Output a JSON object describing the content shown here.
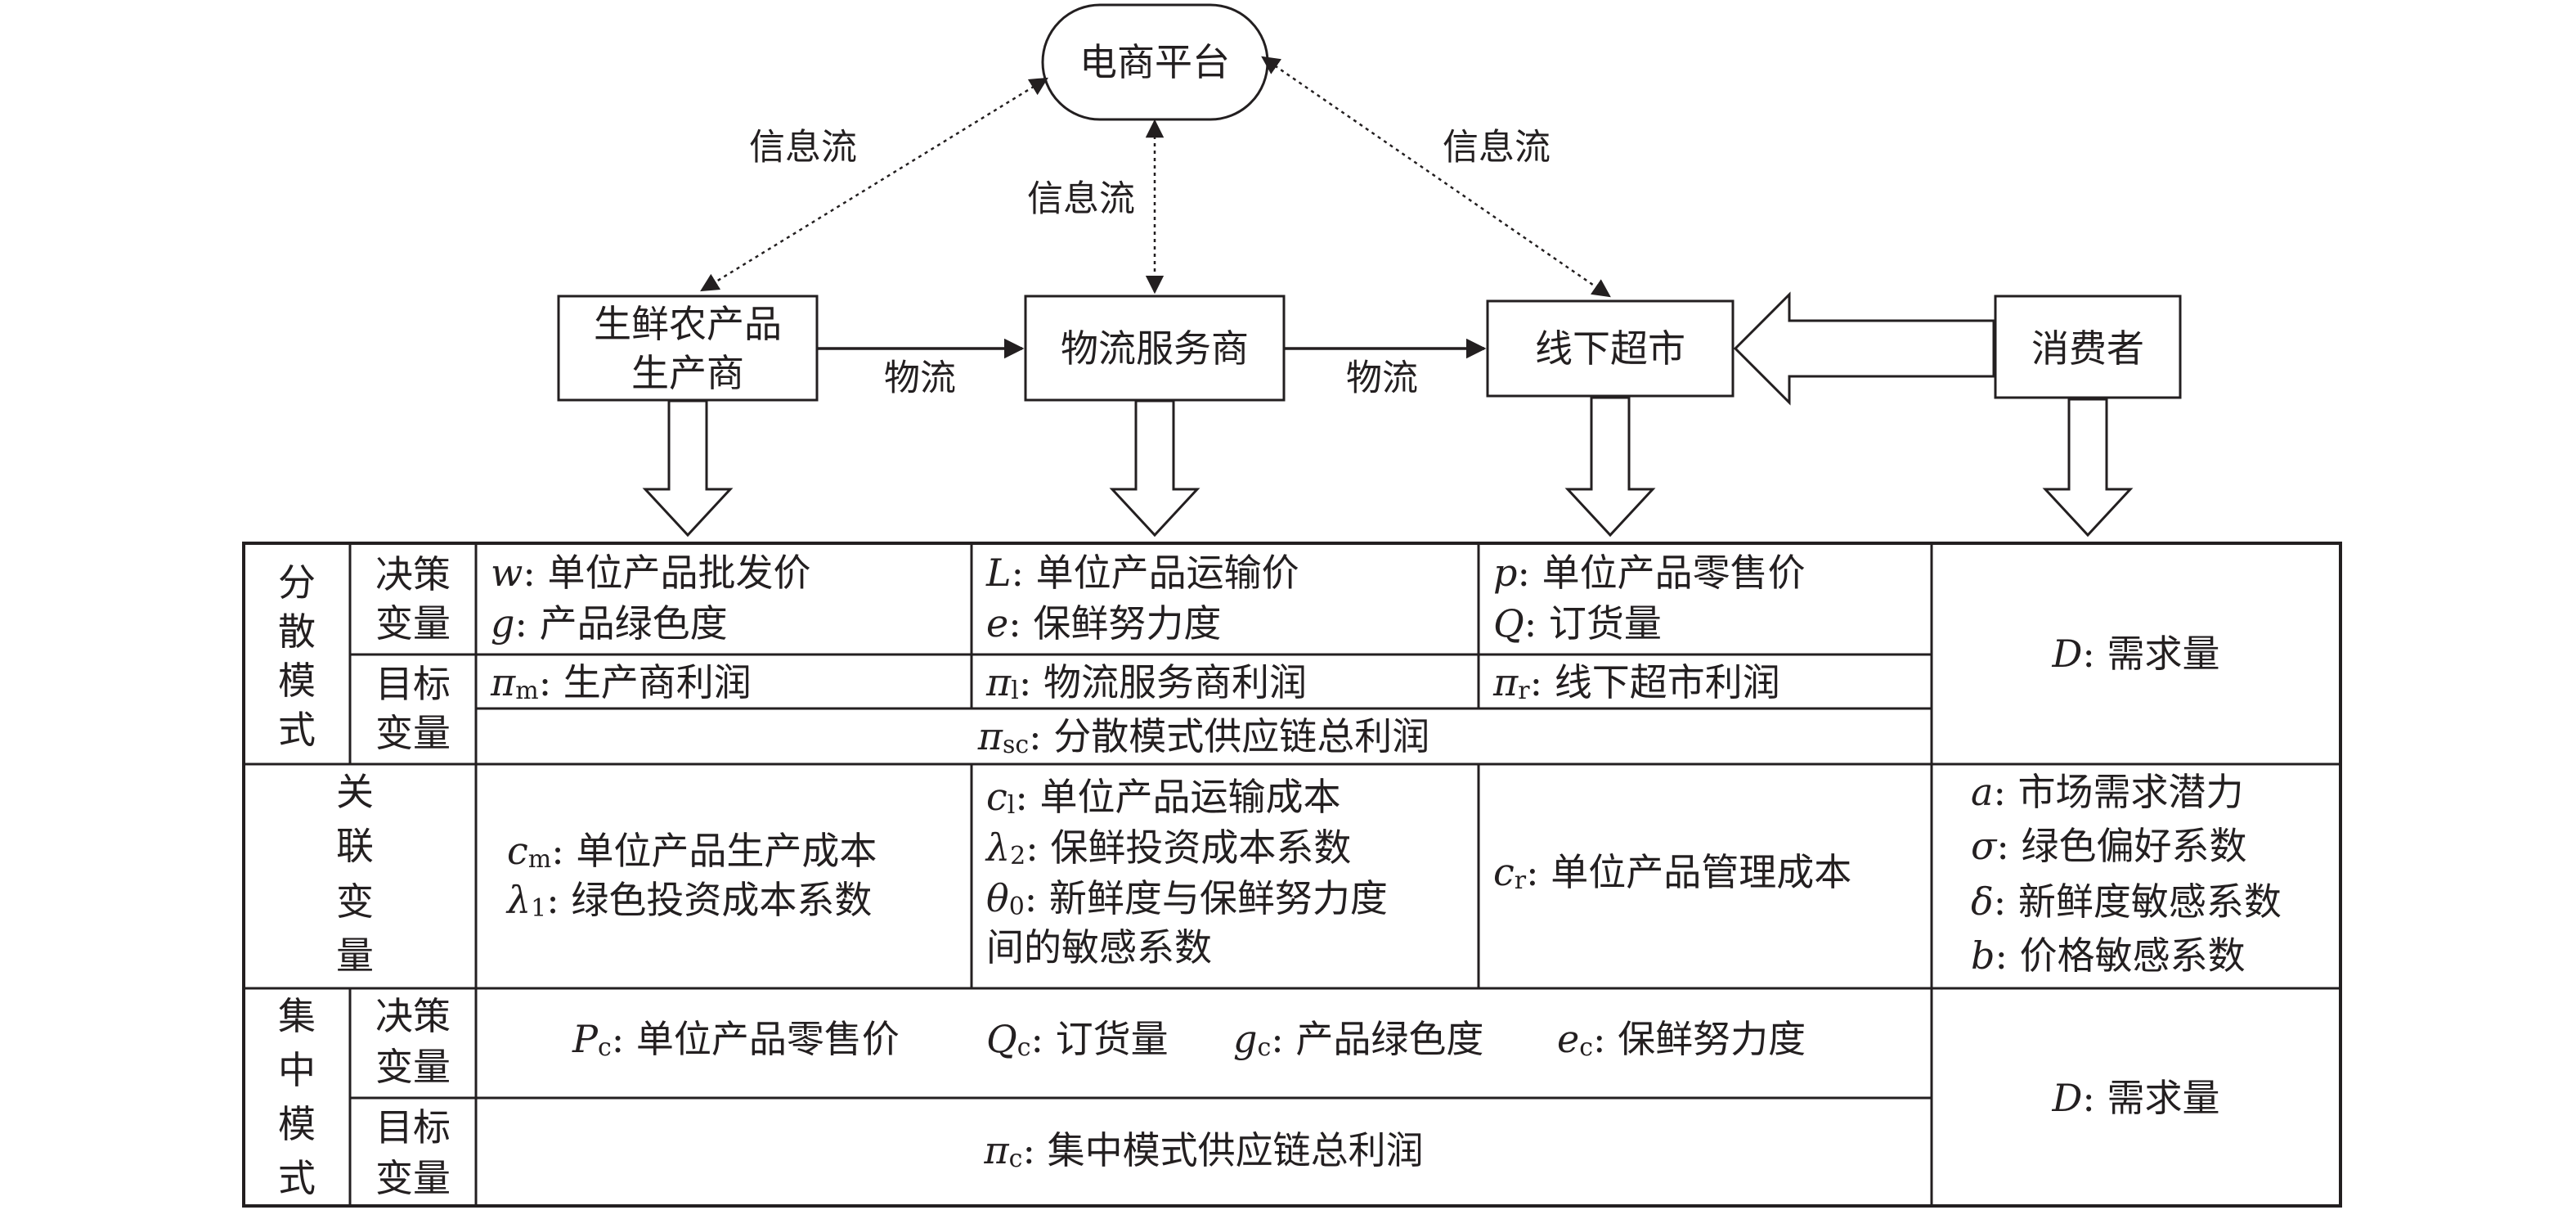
{
  "nodes": {
    "platform": "电商平台",
    "producer": [
      "生鲜农产品",
      "生产商"
    ],
    "logistics": "物流服务商",
    "supermarket": "线下超市",
    "consumer": "消费者"
  },
  "edges": {
    "info_left": "信息流",
    "info_mid": "信息流",
    "info_right": "信息流",
    "logistics_1": "物流",
    "logistics_2": "物流"
  },
  "table": {
    "decentralized": {
      "mode_label": [
        "分",
        "散",
        "模",
        "式"
      ],
      "decision_label": [
        "决策",
        "变量"
      ],
      "objective_label": [
        "目标",
        "变量"
      ],
      "producer_decision": [
        {
          "var": "w",
          "sub": "",
          "text": ": 单位产品批发价"
        },
        {
          "var": "g",
          "sub": "",
          "text": ": 产品绿色度"
        }
      ],
      "logistics_decision": [
        {
          "var": "L",
          "sub": "",
          "text": ": 单位产品运输价"
        },
        {
          "var": "e",
          "sub": "",
          "text": ": 保鲜努力度"
        }
      ],
      "supermarket_decision": [
        {
          "var": "p",
          "sub": "",
          "text": ": 单位产品零售价"
        },
        {
          "var": "Q",
          "sub": "",
          "text": ": 订货量"
        }
      ],
      "producer_objective": {
        "var": "π",
        "sub": "m",
        "text": ": 生产商利润"
      },
      "logistics_objective": {
        "var": "π",
        "sub": "l",
        "text": ": 物流服务商利润"
      },
      "supermarket_objective": {
        "var": "π",
        "sub": "r",
        "text": ": 线下超市利润"
      },
      "chain_objective": {
        "var": "π",
        "sub": "sc",
        "text": ": 分散模式供应链总利润"
      },
      "demand": {
        "var": "D",
        "sub": "",
        "text": ": 需求量"
      }
    },
    "related": {
      "label": [
        "关",
        "联",
        "变",
        "量"
      ],
      "producer": [
        {
          "var": "c",
          "sub": "m",
          "text": ": 单位产品生产成本"
        },
        {
          "var": "λ",
          "sub": "1",
          "text": ": 绿色投资成本系数"
        }
      ],
      "logistics": [
        {
          "var": "c",
          "sub": "l",
          "text": ": 单位产品运输成本"
        },
        {
          "var": "λ",
          "sub": "2",
          "text": ": 保鲜投资成本系数"
        },
        {
          "var": "θ",
          "sub": "0",
          "text": ": 新鲜度与保鲜努力度"
        },
        {
          "var": "",
          "sub": "",
          "text": "间的敏感系数"
        }
      ],
      "supermarket": [
        {
          "var": "c",
          "sub": "r",
          "text": ": 单位产品管理成本"
        }
      ],
      "consumer": [
        {
          "var": "a",
          "sub": "",
          "text": ": 市场需求潜力"
        },
        {
          "var": "σ",
          "sub": "",
          "text": ": 绿色偏好系数"
        },
        {
          "var": "δ",
          "sub": "",
          "text": ": 新鲜度敏感系数"
        },
        {
          "var": "b",
          "sub": "",
          "text": ": 价格敏感系数"
        }
      ]
    },
    "centralized": {
      "mode_label": [
        "集",
        "中",
        "模",
        "式"
      ],
      "decision_label": [
        "决策",
        "变量"
      ],
      "objective_label": [
        "目标",
        "变量"
      ],
      "decision": [
        {
          "var": "P",
          "sub": "c",
          "text": ": 单位产品零售价"
        },
        {
          "var": "Q",
          "sub": "c",
          "text": ": 订货量"
        },
        {
          "var": "g",
          "sub": "c",
          "text": ": 产品绿色度"
        },
        {
          "var": "e",
          "sub": "c",
          "text": ": 保鲜努力度"
        }
      ],
      "objective": {
        "var": "π",
        "sub": "c",
        "text": ": 集中模式供应链总利润"
      },
      "demand": {
        "var": "D",
        "sub": "",
        "text": ": 需求量"
      }
    }
  }
}
